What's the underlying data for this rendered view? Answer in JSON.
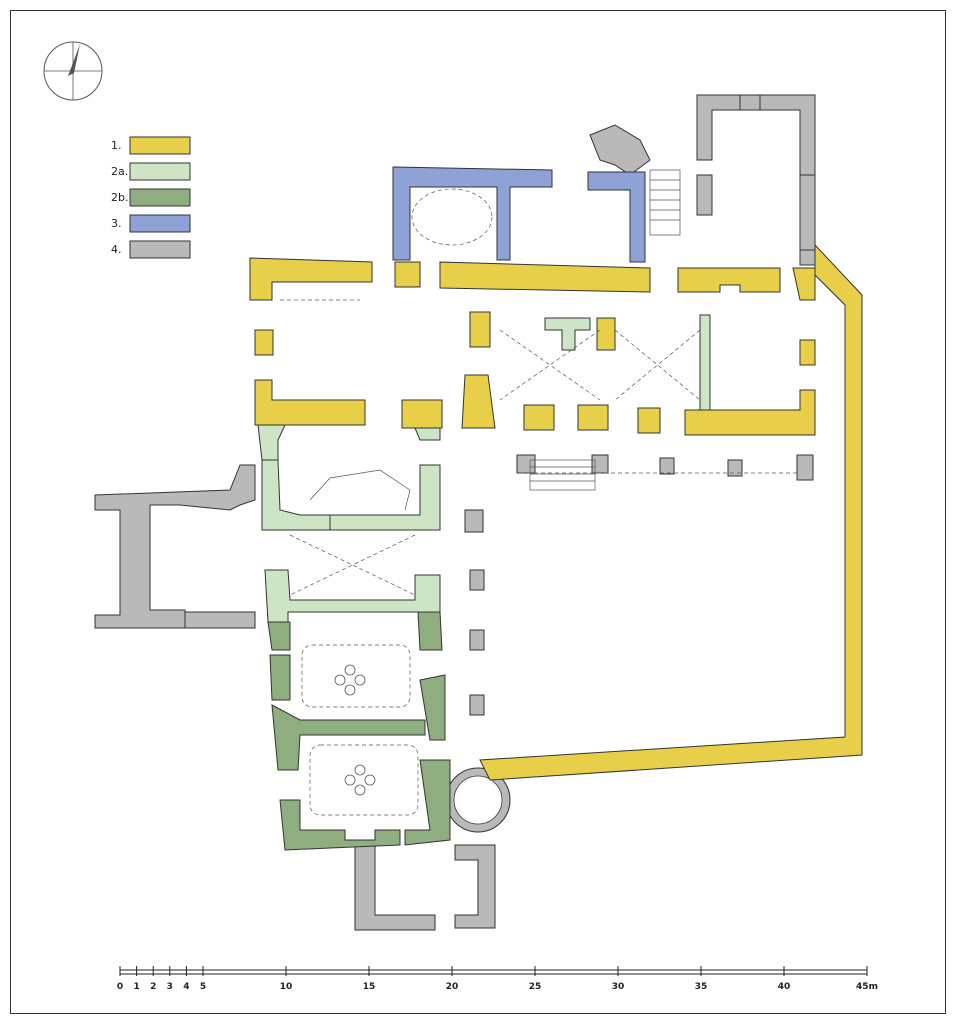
{
  "legend": {
    "items": [
      {
        "label": "1.",
        "color": "#e8cf4a"
      },
      {
        "label": "2a.",
        "color": "#cde5c4"
      },
      {
        "label": "2b.",
        "color": "#8fae80"
      },
      {
        "label": "3.",
        "color": "#8ea2d8"
      },
      {
        "label": "4.",
        "color": "#b9b9b9"
      }
    ]
  },
  "scale_bar": {
    "ticks": [
      "0",
      "1",
      "2",
      "3",
      "4",
      "5",
      "10",
      "15",
      "20",
      "25",
      "30",
      "35",
      "40",
      "45m"
    ],
    "values": [
      0,
      1,
      2,
      3,
      4,
      5,
      10,
      15,
      20,
      25,
      30,
      35,
      40,
      45
    ]
  },
  "colors": {
    "wall_outline": "#333333",
    "floor": "#ffffff"
  }
}
